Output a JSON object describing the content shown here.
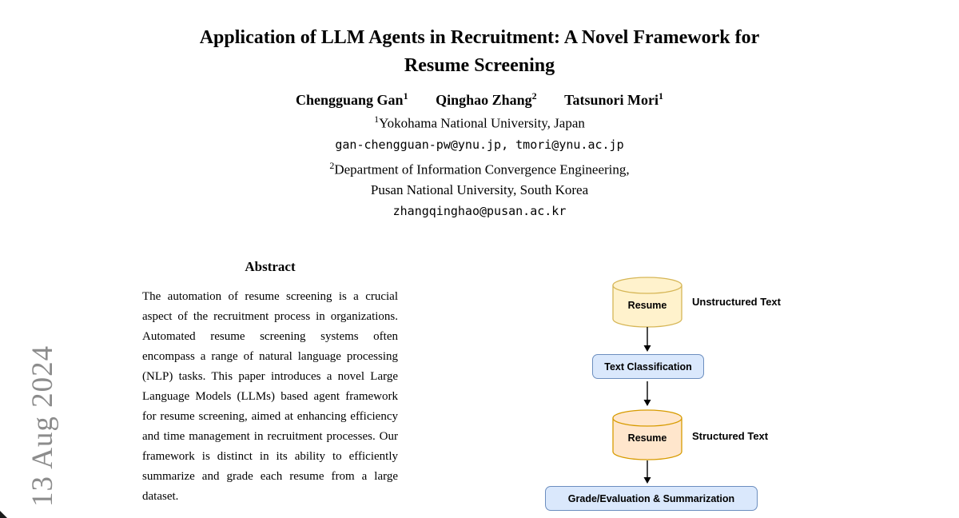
{
  "watermark": {
    "text": "13 Aug 2024"
  },
  "paper": {
    "title_line1": "Application of LLM Agents in Recruitment: A Novel Framework for",
    "title_line2": "Resume Screening",
    "authors": [
      {
        "name": "Chengguang Gan",
        "sup": "1"
      },
      {
        "name": "Qinghao Zhang",
        "sup": "2"
      },
      {
        "name": "Tatsunori Mori",
        "sup": "1"
      }
    ],
    "affiliations": [
      {
        "sup": "1",
        "text": "Yokohama National University, Japan"
      },
      {
        "sup": "",
        "text": "gan-chengguan-pw@ynu.jp, tmori@ynu.ac.jp"
      },
      {
        "sup": "2",
        "text": "Department of Information Convergence Engineering,"
      },
      {
        "sup": "",
        "text": "Pusan National University, South Korea"
      },
      {
        "sup": "",
        "text": "zhangqinghao@pusan.ac.kr"
      }
    ],
    "abstract": {
      "heading": "Abstract",
      "text": "The automation of resume screening is a crucial aspect of the recruitment process in organizations. Automated resume screening systems often encompass a range of natural language processing (NLP) tasks. This paper introduces a novel Large Language Models (LLMs) based agent framework for resume screening, aimed at enhancing efficiency and time management in recruitment processes. Our framework is distinct in its ability to efficiently summarize and grade each resume from a large dataset."
    }
  },
  "diagram": {
    "flow": "top-down",
    "nodes": [
      {
        "type": "cylinder",
        "label": "Resume",
        "annotation": "Unstructured Text",
        "fill": "#FFF2CC",
        "stroke": "#D6B656"
      },
      {
        "type": "process",
        "label": "Text Classification",
        "fill": "#DAE8FC",
        "stroke": "#6C8EBF"
      },
      {
        "type": "cylinder",
        "label": "Resume",
        "annotation": "Structured Text",
        "fill": "#FFE6CC",
        "stroke": "#D79B00"
      },
      {
        "type": "process",
        "label": "Grade/Evaluation & Summarization",
        "fill": "#DAE8FC",
        "stroke": "#6C8EBF"
      }
    ]
  }
}
